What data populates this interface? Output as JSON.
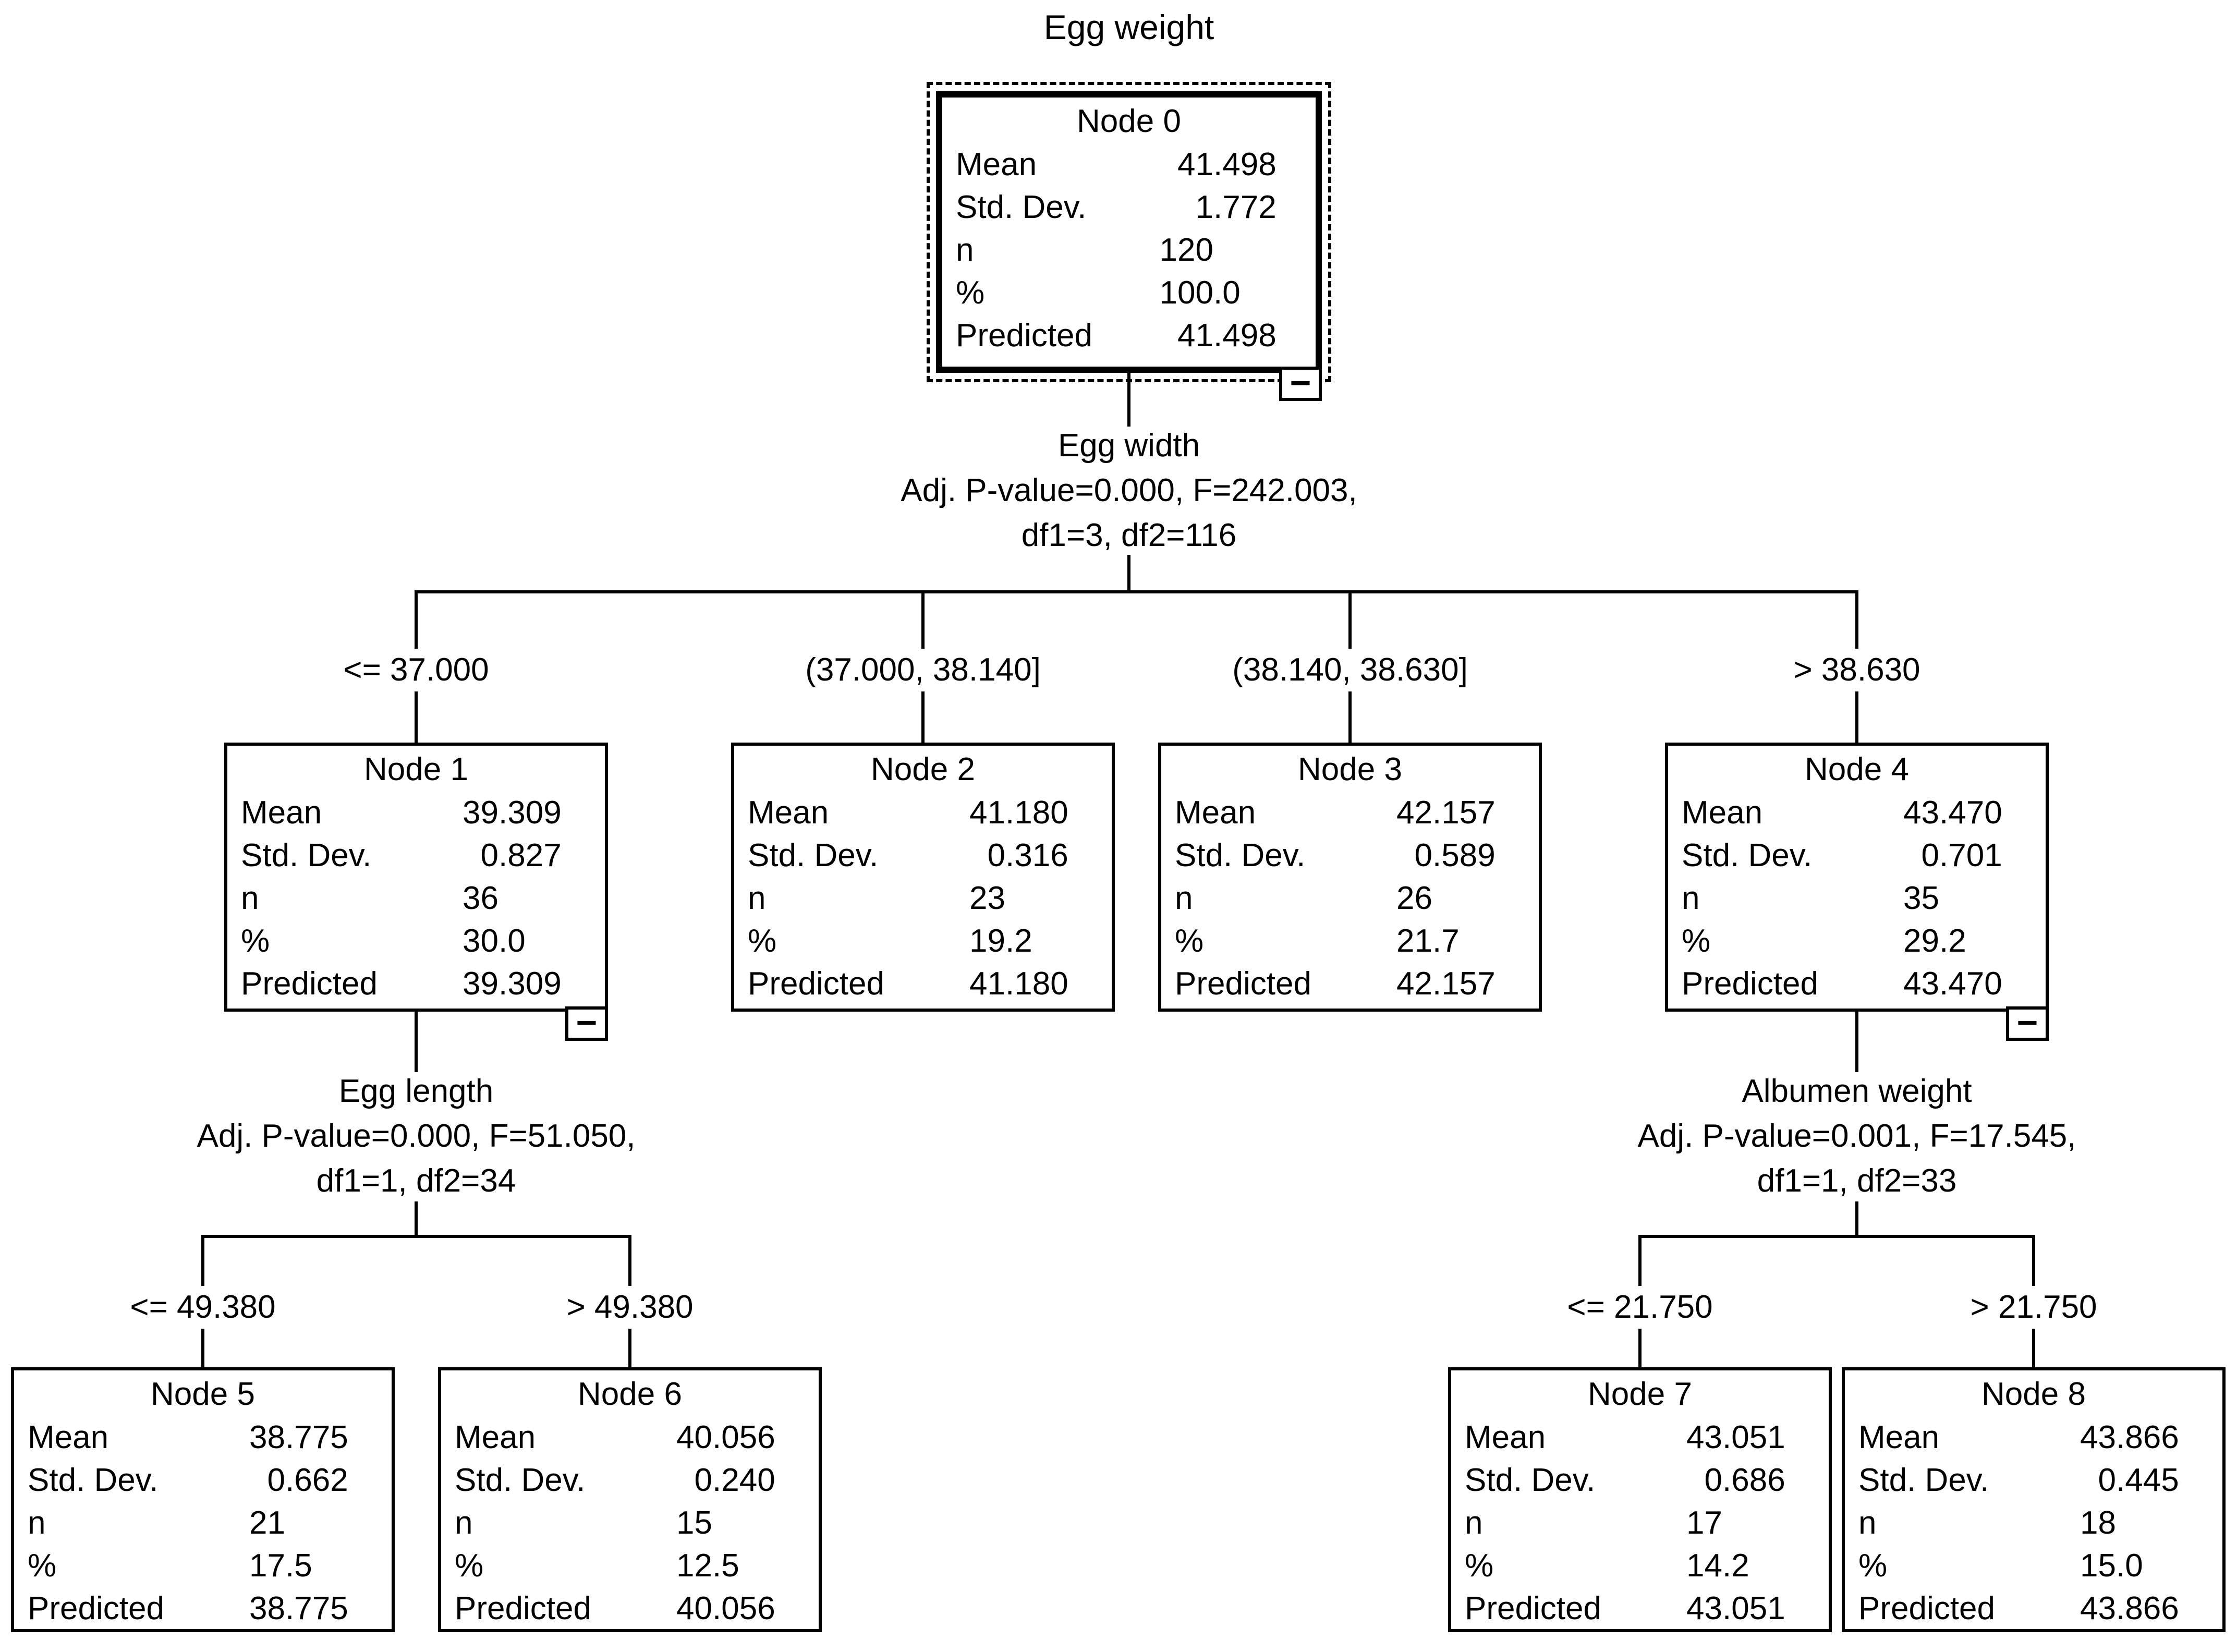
{
  "title": "Egg weight",
  "stat_labels": [
    "Mean",
    "Std. Dev.",
    "n",
    "%",
    "Predicted"
  ],
  "icons": {
    "collapse_minus": "−"
  },
  "colors": {
    "foreground": "#000000",
    "background": "#ffffff"
  },
  "nodes": [
    {
      "title": "Node 0",
      "selected": true,
      "values": [
        {
          "int": "41",
          "frac": ".498"
        },
        {
          "int": "1",
          "frac": ".772"
        },
        {
          "int": "120",
          "frac": ""
        },
        {
          "int": "100",
          "frac": ".0"
        },
        {
          "int": "41",
          "frac": ".498"
        }
      ]
    },
    {
      "title": "Node 1",
      "values": [
        {
          "int": "39",
          "frac": ".309"
        },
        {
          "int": "0",
          "frac": ".827"
        },
        {
          "int": "36",
          "frac": ""
        },
        {
          "int": "30",
          "frac": ".0"
        },
        {
          "int": "39",
          "frac": ".309"
        }
      ]
    },
    {
      "title": "Node 2",
      "values": [
        {
          "int": "41",
          "frac": ".180"
        },
        {
          "int": "0",
          "frac": ".316"
        },
        {
          "int": "23",
          "frac": ""
        },
        {
          "int": "19",
          "frac": ".2"
        },
        {
          "int": "41",
          "frac": ".180"
        }
      ]
    },
    {
      "title": "Node 3",
      "values": [
        {
          "int": "42",
          "frac": ".157"
        },
        {
          "int": "0",
          "frac": ".589"
        },
        {
          "int": "26",
          "frac": ""
        },
        {
          "int": "21",
          "frac": ".7"
        },
        {
          "int": "42",
          "frac": ".157"
        }
      ]
    },
    {
      "title": "Node 4",
      "values": [
        {
          "int": "43",
          "frac": ".470"
        },
        {
          "int": "0",
          "frac": ".701"
        },
        {
          "int": "35",
          "frac": ""
        },
        {
          "int": "29",
          "frac": ".2"
        },
        {
          "int": "43",
          "frac": ".470"
        }
      ]
    },
    {
      "title": "Node 5",
      "values": [
        {
          "int": "38",
          "frac": ".775"
        },
        {
          "int": "0",
          "frac": ".662"
        },
        {
          "int": "21",
          "frac": ""
        },
        {
          "int": "17",
          "frac": ".5"
        },
        {
          "int": "38",
          "frac": ".775"
        }
      ]
    },
    {
      "title": "Node 6",
      "values": [
        {
          "int": "40",
          "frac": ".056"
        },
        {
          "int": "0",
          "frac": ".240"
        },
        {
          "int": "15",
          "frac": ""
        },
        {
          "int": "12",
          "frac": ".5"
        },
        {
          "int": "40",
          "frac": ".056"
        }
      ]
    },
    {
      "title": "Node 7",
      "values": [
        {
          "int": "43",
          "frac": ".051"
        },
        {
          "int": "0",
          "frac": ".686"
        },
        {
          "int": "17",
          "frac": ""
        },
        {
          "int": "14",
          "frac": ".2"
        },
        {
          "int": "43",
          "frac": ".051"
        }
      ]
    },
    {
      "title": "Node 8",
      "values": [
        {
          "int": "43",
          "frac": ".866"
        },
        {
          "int": "0",
          "frac": ".445"
        },
        {
          "int": "18",
          "frac": ""
        },
        {
          "int": "15",
          "frac": ".0"
        },
        {
          "int": "43",
          "frac": ".866"
        }
      ]
    }
  ],
  "splits": [
    {
      "variable": "Egg width",
      "stats_line": "Adj. P-value=0.000, F=242.003,",
      "df_line": "df1=3, df2=116"
    },
    {
      "variable": "Egg length",
      "stats_line": "Adj. P-value=0.000, F=51.050,",
      "df_line": "df1=1, df2=34"
    },
    {
      "variable": "Albumen weight",
      "stats_line": "Adj. P-value=0.001, F=17.545,",
      "df_line": "df1=1, df2=33"
    }
  ],
  "branches": [
    "<= 37.000",
    "(37.000, 38.140]",
    "(38.140, 38.630]",
    "> 38.630",
    "<= 49.380",
    "> 49.380",
    "<= 21.750",
    "> 21.750"
  ]
}
